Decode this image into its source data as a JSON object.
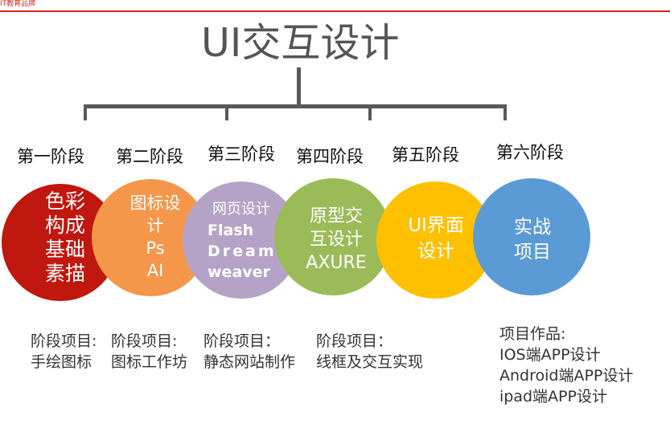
{
  "brand_text": "IT教育品牌",
  "title": "UI交互设计",
  "stages": [
    {
      "label": "第一阶段"
    },
    {
      "label": "第二阶段"
    },
    {
      "label": "第三阶段"
    },
    {
      "label": "第四阶段"
    },
    {
      "label": "第五阶段"
    },
    {
      "label": "第六阶段"
    }
  ],
  "circles": [
    {
      "color": "#c0170f",
      "lines": [
        "色彩",
        "构成",
        "基础",
        "素描"
      ]
    },
    {
      "color": "#f4974a",
      "lines": [
        "图标设",
        "计",
        "Ps",
        "AI"
      ]
    },
    {
      "color": "#b5a3c7",
      "lines": [
        "网页设计",
        "Flash",
        "Dream",
        "weaver"
      ]
    },
    {
      "color": "#9bbb59",
      "lines": [
        "原型交",
        "互设计",
        "AXURE"
      ]
    },
    {
      "color": "#ffc000",
      "lines": [
        "UI界面",
        "设计"
      ]
    },
    {
      "color": "#5b9bd5",
      "lines": [
        "实战",
        "项目"
      ]
    }
  ],
  "projects": [
    {
      "lines": [
        "阶段项目:",
        "手绘图标"
      ]
    },
    {
      "lines": [
        "阶段项目:",
        "图标工作坊"
      ]
    },
    {
      "lines": [
        "阶段项目：",
        "静态网站制作"
      ]
    },
    {
      "lines": [
        "阶段项目：",
        "线框及交互实现"
      ]
    },
    {
      "lines": [
        "项目作品:",
        "IOS端APP设计",
        "Android端APP设计",
        "ipad端APP设计"
      ]
    }
  ]
}
